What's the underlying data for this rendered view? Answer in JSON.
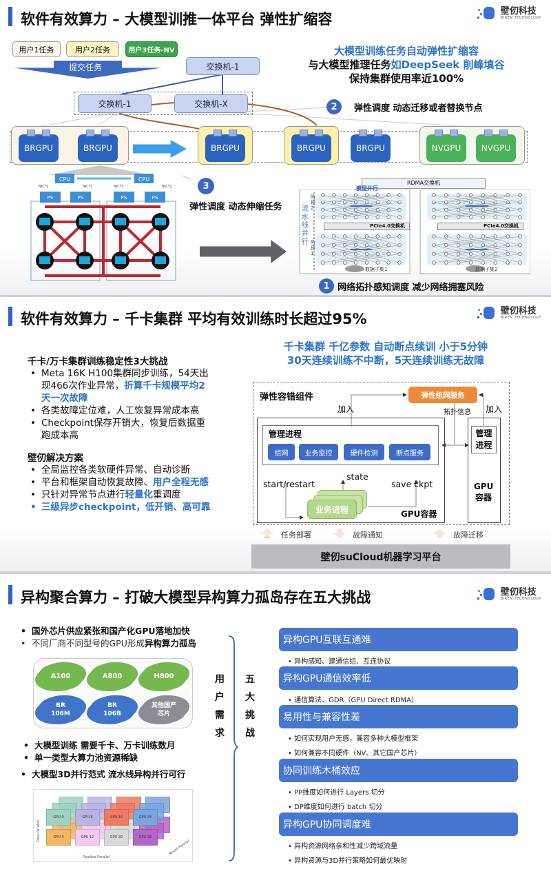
{
  "logo": {
    "name": "壁仞科技",
    "sub": "BIREN TECHNOLOGY"
  },
  "slide1": {
    "title": "软件有效算力 – 大模型训推一体平台 弹性扩缩容",
    "users": [
      "用户1任务",
      "用户2任务",
      "用户3任务-NV"
    ],
    "submit": "提交任务",
    "switch_top": "交换机-1",
    "switches": [
      "交换机-1",
      "交换机-X"
    ],
    "headline": [
      "大模型训练任务自动弹性扩缩容",
      "与大模型推理任务",
      "如DeepSeek 削峰填谷",
      "保持集群使用率近100%"
    ],
    "step2": {
      "num": "2",
      "text": "弹性调度 动态迁移或者替换节点"
    },
    "step3": {
      "num": "3",
      "text": "弹性调度 动态伸缩任务"
    },
    "step1": {
      "num": "1",
      "text": "网络拓扑感知调度 减少网络拥塞风险"
    },
    "gpu_br": "BR",
    "gpu_nv": "NV",
    "gpu": "GPU",
    "topo": {
      "cpu": "CPU",
      "ps": "PS",
      "nic": "NIC*2"
    },
    "right": {
      "rdma": "RDMA交换机",
      "model_parallel": "模型并行",
      "pipeline": "流水线并行",
      "stage2": "阶段2",
      "stage1": "阶段1",
      "pcie": "PCIe4.0交换机",
      "data1": "数据子集1",
      "data2": "数据子集2"
    }
  },
  "slide2": {
    "title": "软件有效算力 – 千卡集群 平均有效训练时长超过95%",
    "challenges_title": "千卡/万卡集群训练稳定性3大挑战",
    "challenges": [
      {
        "text": "Meta 16K H100集群同步训练，54天出现466次作业异常，",
        "hl": "折算千卡规模平均2天一次故障"
      },
      {
        "text": "各类故障定位难，人工恢复异常成本高",
        "hl": ""
      },
      {
        "text": "Checkpoint保存开销大，恢复后数据重跑成本高",
        "hl": ""
      }
    ],
    "solution_title": "壁仞解决方案",
    "solutions": [
      {
        "text": "全局监控各类软硬件异常、自动诊断",
        "hl": "",
        "tail": ""
      },
      {
        "text": "平台和框架自动恢复故障、",
        "hl": "用户全程无感",
        "tail": ""
      },
      {
        "text": "只针对异常节点进行",
        "hl": "轻量化",
        "tail": "重调度"
      },
      {
        "text": "",
        "hl": "三级异步checkpoint，低开销、高可靠",
        "tail": ""
      }
    ],
    "headline": [
      "千卡集群 千亿参数 自动断点续训 小于5分钟",
      "30天连续训练不中断，5天连续训练无故障"
    ],
    "diagram": {
      "component": "弹性容错组件",
      "network_service": "弹性组网服务",
      "join": "加入",
      "topo_info": "拓扑信息",
      "mgmt": "管理进程",
      "mgmt_buttons": [
        "组网",
        "业务监控",
        "硬件检测",
        "断点服务"
      ],
      "start": "start/restart",
      "state": "state",
      "save": "save ckpt",
      "biz": "业务进程",
      "gpu_container": "GPU容器",
      "mgmt2": "管理进程",
      "gpu_container2": "GPU容器",
      "deploy": "任务部署",
      "fault_notify": "故障通知",
      "fault_migrate": "故障迁移",
      "platform": "壁仞suCloud机器学习平台"
    }
  },
  "slide3": {
    "title": "异构聚合算力 – 打破大模型异构算力孤岛存在五大挑战",
    "bullets_top": [
      {
        "text": "国外芯片供应紧张和国产化GPU落地加快",
        "hl": ""
      },
      {
        "text": "不同厂商不同型号的GPU形成",
        "hl": "异构算力孤岛"
      }
    ],
    "clouds": [
      {
        "label": "A100",
        "color": "#74b84e"
      },
      {
        "label": "A800",
        "color": "#74b84e"
      },
      {
        "label": "H800",
        "color": "#74b84e"
      },
      {
        "label": "BR 106M",
        "color": "#3f74c9"
      },
      {
        "label": "BR 106B",
        "color": "#3f74c9"
      },
      {
        "label": "其他国产芯片",
        "color": "#8a8d93"
      }
    ],
    "bullets_mid": [
      "大模型训练 需要千卡、万卡训练数月",
      "单一类型大算力池资源稀缺"
    ],
    "bullet_3d": "大模型3D并行范式 流水线异构并行可行",
    "grid": {
      "gpus": [
        "GPU 0",
        "GPU 8",
        "GPU 16",
        "GPU 24",
        "GPU 4",
        "GPU 12",
        "GPU 20",
        "GPU 28"
      ],
      "x_label": "Pipeline Parallel",
      "y_label": "Data Parallel",
      "z_label": "Model Parallel"
    },
    "user_need": "用户需求",
    "five": "五大挑战",
    "challenges": [
      {
        "title": "异构GPU互联互通难",
        "items": [
          "异构感知、建通信组、互连协议"
        ]
      },
      {
        "title": "异构GPU通信效率低",
        "items": [
          "通信算法、GDR（GPU Direct RDMA）"
        ]
      },
      {
        "title": "易用性与兼容性差",
        "items": [
          "如何实现用户无感，兼容多种大模型框架",
          "如何兼容不同硬件（NV、其它国产芯片）"
        ]
      },
      {
        "title": "协同训练木桶效应",
        "items": [
          "PP维度如何进行 Layers 切分",
          "DP维度如何进行 batch 切分"
        ]
      },
      {
        "title": "异构GPU协同调度难",
        "items": [
          "异构资源网络亲和性减少跨域流量",
          "异构资源与3D并行策略如何最优映射"
        ]
      }
    ]
  },
  "colors": {
    "accent": "#2f62c8",
    "highlight": "#2e74c8",
    "green": "#4ab05a",
    "orange": "#ec8a3a"
  }
}
